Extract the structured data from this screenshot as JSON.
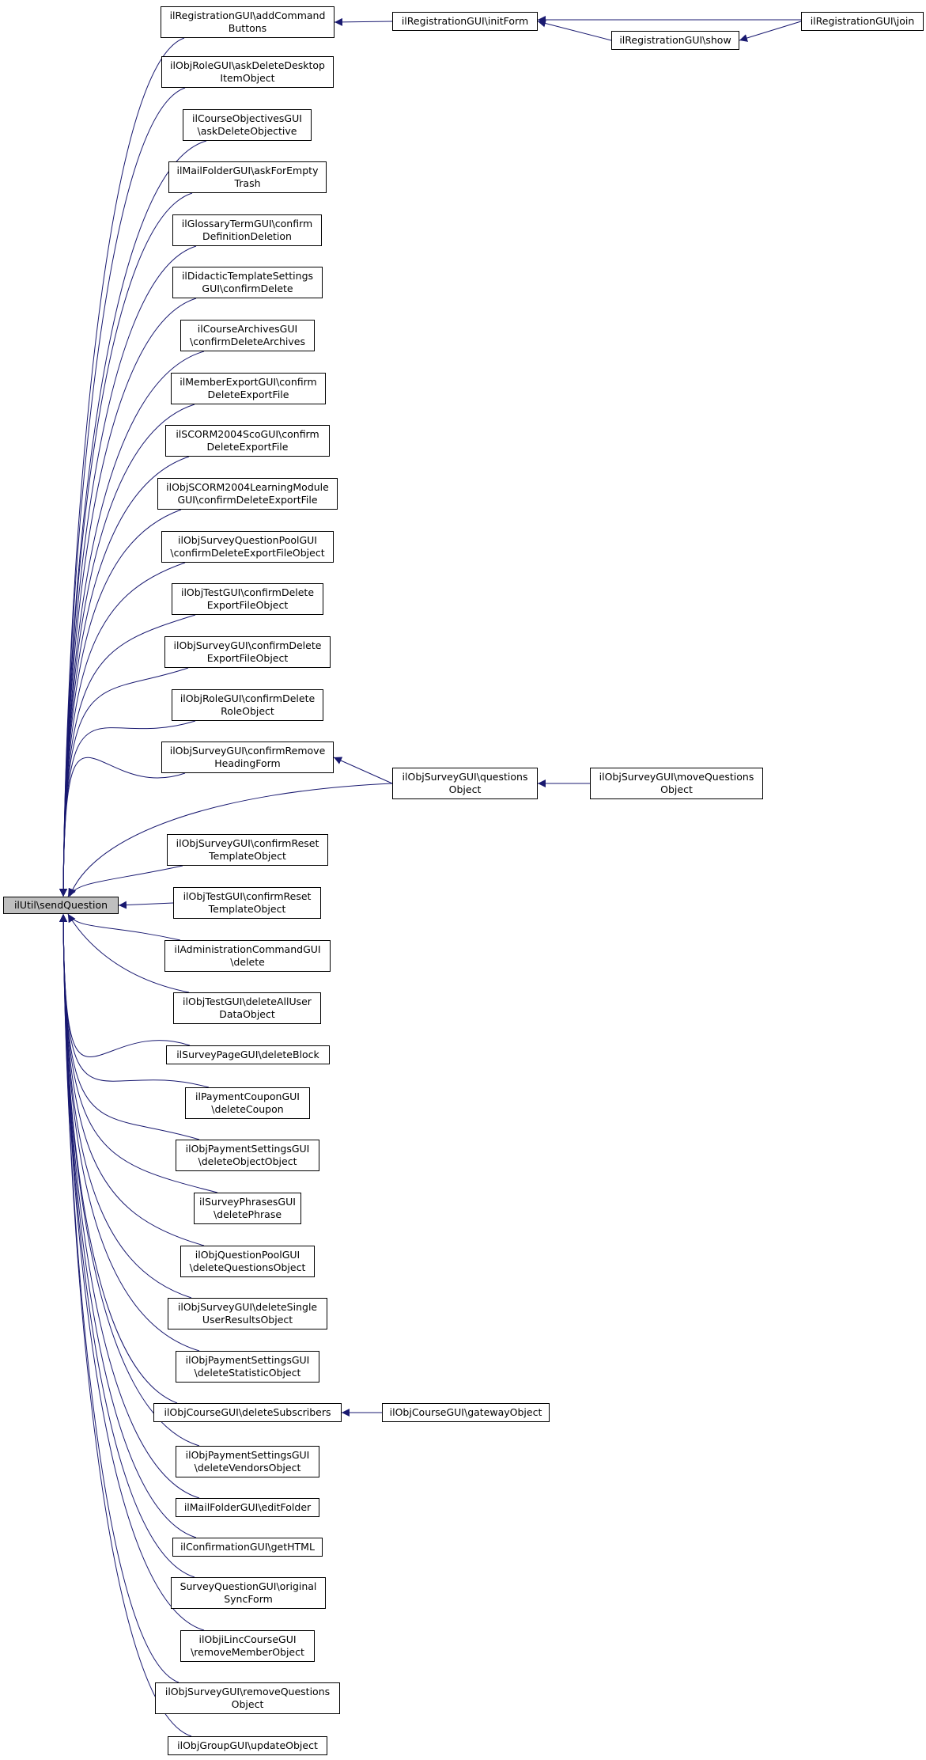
{
  "colors": {
    "edge": "#191970",
    "node_border": "#000000",
    "node_fill": "#ffffff",
    "focus_fill": "#bfbfbf"
  },
  "focus": {
    "id": "send",
    "lines": [
      "ilUtil\\sendQuestion"
    ]
  },
  "callers": [
    {
      "id": "addCommand",
      "lines": [
        "ilRegistrationGUI\\addCommand",
        "Buttons"
      ]
    },
    {
      "id": "askDeleteDesktop",
      "lines": [
        "ilObjRoleGUI\\askDeleteDesktop",
        "ItemObject"
      ]
    },
    {
      "id": "askDeleteObjective",
      "lines": [
        "ilCourseObjectivesGUI",
        "\\askDeleteObjective"
      ]
    },
    {
      "id": "askForEmpty",
      "lines": [
        "ilMailFolderGUI\\askForEmpty",
        "Trash"
      ]
    },
    {
      "id": "confirmDefinition",
      "lines": [
        "ilGlossaryTermGUI\\confirm",
        "DefinitionDeletion"
      ]
    },
    {
      "id": "didactic",
      "lines": [
        "ilDidacticTemplateSettings",
        "GUI\\confirmDelete"
      ]
    },
    {
      "id": "courseArchives",
      "lines": [
        "ilCourseArchivesGUI",
        "\\confirmDeleteArchives"
      ]
    },
    {
      "id": "memberExport",
      "lines": [
        "ilMemberExportGUI\\confirm",
        "DeleteExportFile"
      ]
    },
    {
      "id": "scorm2004Sco",
      "lines": [
        "ilSCORM2004ScoGUI\\confirm",
        "DeleteExportFile"
      ]
    },
    {
      "id": "scorm2004Lm",
      "lines": [
        "ilObjSCORM2004LearningModule",
        "GUI\\confirmDeleteExportFile"
      ]
    },
    {
      "id": "surveyQPool",
      "lines": [
        "ilObjSurveyQuestionPoolGUI",
        "\\confirmDeleteExportFileObject"
      ]
    },
    {
      "id": "testDeleteExport",
      "lines": [
        "ilObjTestGUI\\confirmDelete",
        "ExportFileObject"
      ]
    },
    {
      "id": "surveyDeleteExport",
      "lines": [
        "ilObjSurveyGUI\\confirmDelete",
        "ExportFileObject"
      ]
    },
    {
      "id": "roleDelete",
      "lines": [
        "ilObjRoleGUI\\confirmDelete",
        "RoleObject"
      ]
    },
    {
      "id": "removeHeading",
      "lines": [
        "ilObjSurveyGUI\\confirmRemove",
        "HeadingForm"
      ]
    },
    {
      "id": "surveyReset",
      "lines": [
        "ilObjSurveyGUI\\confirmReset",
        "TemplateObject"
      ]
    },
    {
      "id": "testReset",
      "lines": [
        "ilObjTestGUI\\confirmReset",
        "TemplateObject"
      ]
    },
    {
      "id": "adminDelete",
      "lines": [
        "ilAdministrationCommandGUI",
        "\\delete"
      ]
    },
    {
      "id": "testDeleteAll",
      "lines": [
        "ilObjTestGUI\\deleteAllUser",
        "DataObject"
      ]
    },
    {
      "id": "surveyPageBlock",
      "lines": [
        "ilSurveyPageGUI\\deleteBlock"
      ]
    },
    {
      "id": "paymentCoupon",
      "lines": [
        "ilPaymentCouponGUI",
        "\\deleteCoupon"
      ]
    },
    {
      "id": "paymentObject",
      "lines": [
        "ilObjPaymentSettingsGUI",
        "\\deleteObjectObject"
      ]
    },
    {
      "id": "surveyPhrases",
      "lines": [
        "ilSurveyPhrasesGUI",
        "\\deletePhrase"
      ]
    },
    {
      "id": "qpoolDelete",
      "lines": [
        "ilObjQuestionPoolGUI",
        "\\deleteQuestionsObject"
      ]
    },
    {
      "id": "surveyDeleteSingle",
      "lines": [
        "ilObjSurveyGUI\\deleteSingle",
        "UserResultsObject"
      ]
    },
    {
      "id": "paymentStatistic",
      "lines": [
        "ilObjPaymentSettingsGUI",
        "\\deleteStatisticObject"
      ]
    },
    {
      "id": "courseSubscribers",
      "lines": [
        "ilObjCourseGUI\\deleteSubscribers"
      ]
    },
    {
      "id": "paymentVendors",
      "lines": [
        "ilObjPaymentSettingsGUI",
        "\\deleteVendorsObject"
      ]
    },
    {
      "id": "mailEditFolder",
      "lines": [
        "ilMailFolderGUI\\editFolder"
      ]
    },
    {
      "id": "confirmationHtml",
      "lines": [
        "ilConfirmationGUI\\getHTML"
      ]
    },
    {
      "id": "surveyQuestionSync",
      "lines": [
        "SurveyQuestionGUI\\original",
        "SyncForm"
      ]
    },
    {
      "id": "lincRemove",
      "lines": [
        "ilObjiLincCourseGUI",
        "\\removeMemberObject"
      ]
    },
    {
      "id": "surveyRemoveQ",
      "lines": [
        "ilObjSurveyGUI\\removeQuestions",
        "Object"
      ]
    },
    {
      "id": "groupUpdate",
      "lines": [
        "ilObjGroupGUI\\updateObject"
      ]
    }
  ],
  "upstream": [
    {
      "id": "initForm",
      "lines": [
        "ilRegistrationGUI\\initForm"
      ]
    },
    {
      "id": "regShow",
      "lines": [
        "ilRegistrationGUI\\show"
      ]
    },
    {
      "id": "regJoin",
      "lines": [
        "ilRegistrationGUI\\join"
      ]
    },
    {
      "id": "questionsObject",
      "lines": [
        "ilObjSurveyGUI\\questions",
        "Object"
      ]
    },
    {
      "id": "moveQuestions",
      "lines": [
        "ilObjSurveyGUI\\moveQuestions",
        "Object"
      ]
    },
    {
      "id": "gateway",
      "lines": [
        "ilObjCourseGUI\\gatewayObject"
      ]
    }
  ]
}
